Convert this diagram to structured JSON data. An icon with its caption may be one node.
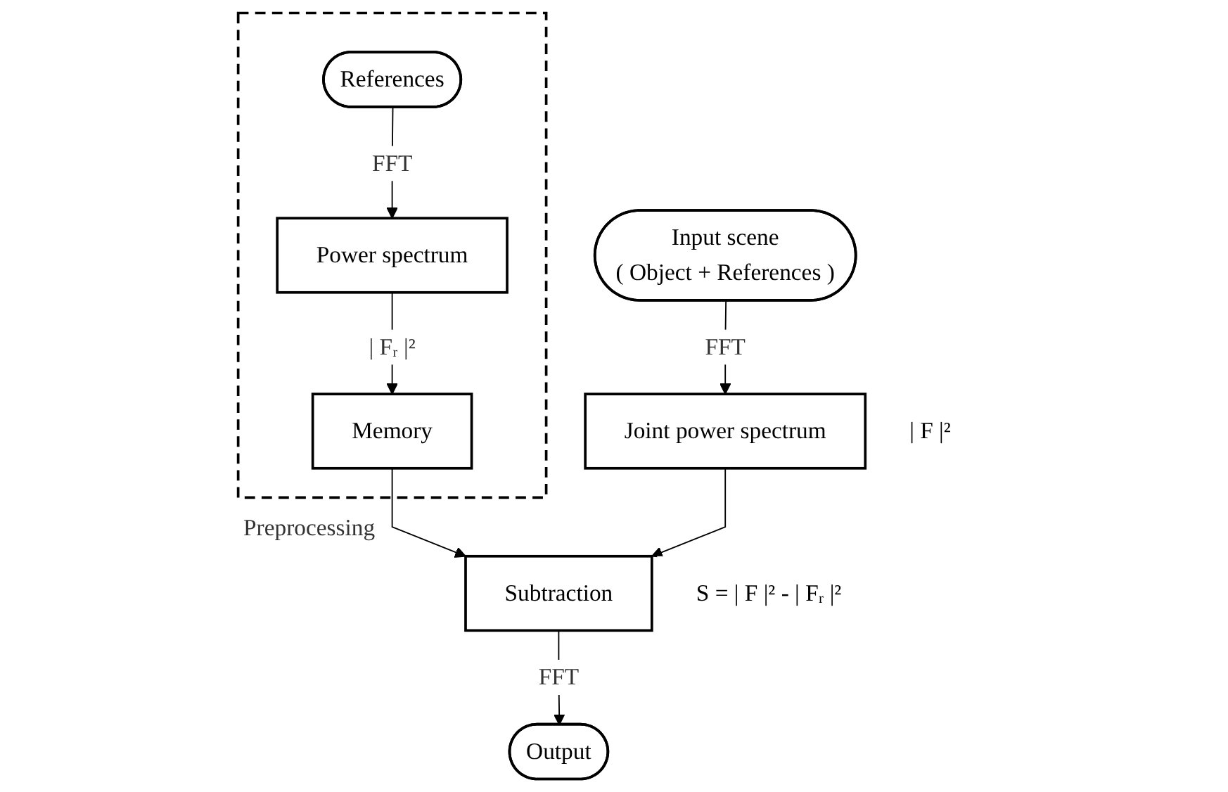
{
  "diagram": {
    "nodes": [
      {
        "text": [
          "Preprocessing"
        ]
      },
      {
        "text": [
          "References"
        ],
        "in": 0
      },
      {
        "text": [
          "Power spectrum"
        ],
        "in": 0
      },
      {
        "text": [
          "Memory"
        ],
        "in": 0
      },
      {
        "text": [
          "Input scene",
          "( Object + References )"
        ]
      },
      {
        "text": [
          "Joint power spectrum"
        ],
        "beside": [
          "| F |²"
        ]
      },
      {
        "text": [
          "Subtraction"
        ],
        "beside": [
          "S = | F |² - | Fᵣ |²"
        ]
      },
      {
        "text": [
          "Output"
        ]
      }
    ],
    "edges": [
      {
        "from": 1,
        "to": 2,
        "arrow": "to",
        "label": "FFT"
      },
      {
        "from": 2,
        "to": 3,
        "arrow": "to",
        "label": "| Fᵣ |²"
      },
      {
        "from": 3,
        "to": 6,
        "arrow": "to"
      },
      {
        "from": 4,
        "to": 5,
        "arrow": "to",
        "label": "FFT"
      },
      {
        "from": 5,
        "to": 6,
        "arrow": "to"
      },
      {
        "from": 6,
        "to": 7,
        "arrow": "to",
        "label": "FFT"
      }
    ]
  }
}
